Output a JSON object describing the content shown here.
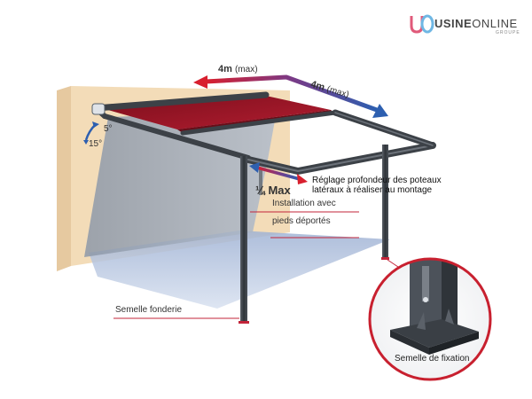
{
  "brand": {
    "logo_strong": "USINE",
    "logo_light": "ONLINE",
    "logo_sub": "GROUPE",
    "colors": {
      "u": "#e05a7a",
      "o": "#6fb7e4",
      "text": "#444444"
    }
  },
  "dimensions": {
    "width_label": "4m",
    "width_unit": "(max)",
    "depth_label": "4m",
    "depth_unit": "(max)",
    "quarter_label": "¼ Max",
    "tilt_min": "5°",
    "tilt_max": "15°"
  },
  "notes": {
    "depth_adjust_line1": "Réglage profondeur des poteaux",
    "depth_adjust_line2": "latéraux à réaliser au montage",
    "install_line1": "Installation avec",
    "install_line2": "pieds déportés",
    "foundry_base": "Semelle fonderie",
    "fixing_base": "Semelle de fixation"
  },
  "colors": {
    "wall": "#f3dcb8",
    "wall_side": "#e2c79f",
    "fabric": "#a8182a",
    "frame": "#3c4147",
    "shadow": "#b7c6e0",
    "arrow_red": "#d81f2e",
    "arrow_blue": "#2d5fb0",
    "arrow_purple": "#6a3a84",
    "leader": "#c3253a"
  }
}
